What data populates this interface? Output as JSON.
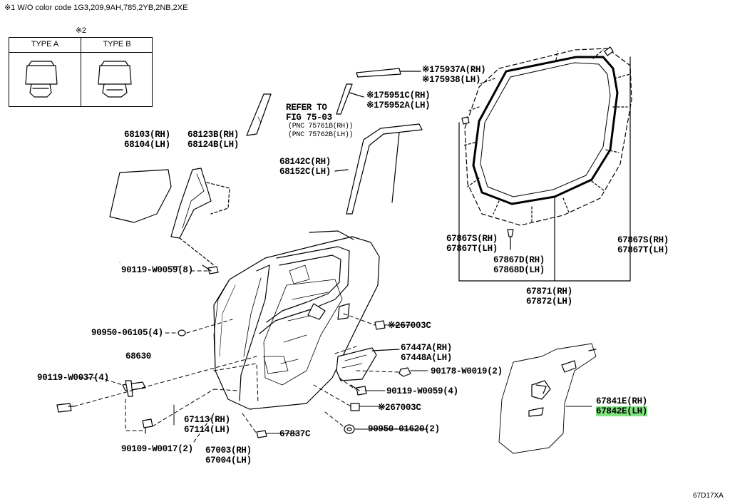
{
  "note": "※1 W/O color code 1G3,209,9AH,785,2YB,2NB,2XE",
  "type_box": {
    "mark": "※2",
    "type_a": "TYPE A",
    "type_b": "TYPE B"
  },
  "labels": {
    "p68103": "68103(RH)\n68104(LH)",
    "p68123": "68123B(RH)\n68124B(LH)",
    "refer": "REFER TO\nFIG 75-03",
    "pnc": "(PNC 75761B(RH))\n(PNC 75762B(LH))",
    "p175937": "※175937A(RH)\n※175938(LH)",
    "p175951": "※175951C(RH)\n※175952A(LH)",
    "p68142": "68142C(RH)\n68152C(LH)",
    "p67867_left": "67867S(RH)\n67867T(LH)",
    "p67867_right": "67867S(RH)\n67867T(LH)",
    "p67867d": "67867D(RH)\n67868D(LH)",
    "p67871": "67871(RH)\n67872(LH)",
    "p90119_0059_8": "90119-W0059(8)",
    "p90950_06105": "90950-06105(4)",
    "p67003c_top": "※267003C",
    "p68630": "68630",
    "p67447": "67447A(RH)\n67448A(LH)",
    "p90178": "90178-W0019(2)",
    "p90119_0037": "90119-W0037(4)",
    "p90119_0059_4": "90119-W0059(4)",
    "p67003c_bot": "※267003C",
    "p90950_01620": "90950-01620(2)",
    "p67113": "67113(RH)\n67114(LH)",
    "p67837c": "67837C",
    "p90109": "90109-W0017(2)",
    "p67003": "67003(RH)\n67004(LH)",
    "p67841e": "67841E(RH)",
    "p67842e": "67842E(LH)"
  },
  "highlight_color": "#7fe37f",
  "corner_code": "67D17XA"
}
